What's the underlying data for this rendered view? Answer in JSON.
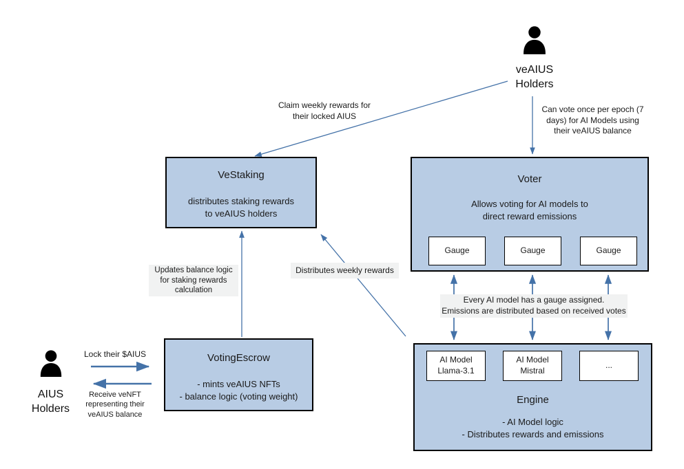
{
  "colors": {
    "box_fill": "#b8cce4",
    "box_border": "#000000",
    "arrow": "#4472a8",
    "note_bg": "#f1f2f2",
    "text": "#1a1a1a"
  },
  "actors": {
    "veaius_holders": {
      "label": "veAIUS\nHolders"
    },
    "aius_holders": {
      "label": "AIUS\nHolders"
    }
  },
  "boxes": {
    "vestaking": {
      "title": "VeStaking",
      "body": "distributes staking rewards\nto veAIUS holders"
    },
    "voter": {
      "title": "Voter",
      "body": "Allows voting for AI models to\ndirect reward emissions",
      "gauges": [
        "Gauge",
        "Gauge",
        "Gauge"
      ]
    },
    "votingescrow": {
      "title": "VotingEscrow",
      "body": "- mints veAIUS NFTs\n- balance logic (voting weight)"
    },
    "engine": {
      "title": "Engine",
      "body": "- AI Model logic\n- Distributes rewards and emissions",
      "models": [
        "AI Model\nLlama-3.1",
        "AI Model\nMistral",
        "..."
      ]
    }
  },
  "labels": {
    "claim_rewards": "Claim weekly rewards for\ntheir locked AIUS",
    "vote_epoch": "Can vote once per epoch (7\ndays)  for AI Models using\ntheir veAIUS balance",
    "updates_balance": "Updates balance logic\nfor staking rewards\ncalculation",
    "distributes_weekly": "Distributes weekly rewards",
    "gauge_note": "Every AI model has a gauge assigned.\nEmissions are distributed based on received votes",
    "lock_aius": "Lock their $AIUS",
    "receive_venft": "Receive veNFT\nrepresenting their\nveAIUS balance"
  }
}
